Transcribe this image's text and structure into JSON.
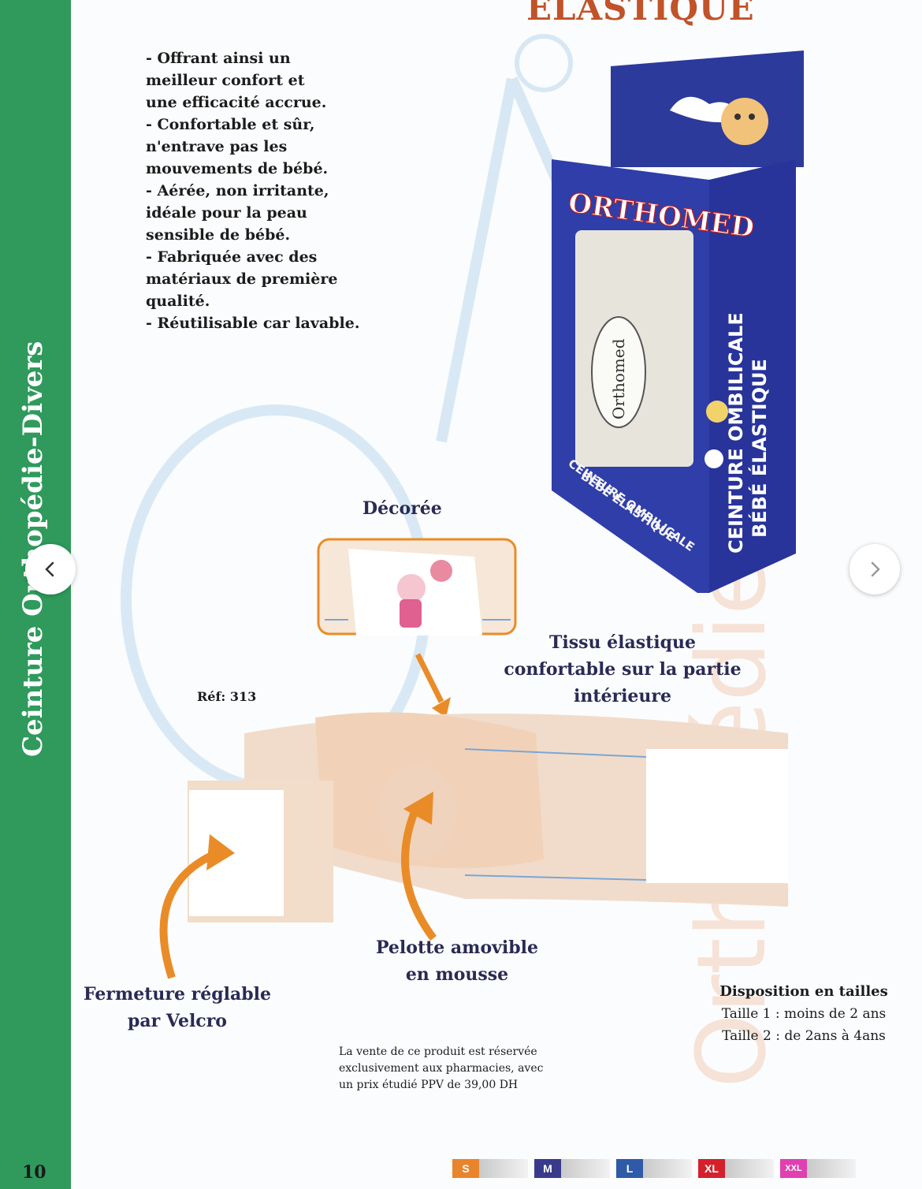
{
  "header": {
    "title": "ÉLASTIQUE"
  },
  "sidebar": {
    "title": "Ceinture Orthopédie-Divers",
    "page_number": "10"
  },
  "features": [
    "- Offrant ainsi un",
    "meilleur confort et",
    "une efficacité accrue.",
    "- Confortable et sûr,",
    "n'entrave pas les",
    "mouvements de bébé.",
    "- Aérée, non irritante,",
    "idéale pour la peau",
    "sensible de bébé.",
    "- Fabriquée avec des",
    "matériaux de première",
    "qualité.",
    "- Réutilisable car lavable."
  ],
  "box": {
    "brand": "ORTHOMED",
    "side_line1": "CEINTURE OMBILICALE",
    "side_line2": "BÉBÉ ÉLASTIQUE",
    "front_line1": "CEINTURE OMBILICALE",
    "front_line2": "BÉBÉ ÉLASTIQUE",
    "logo": "Orthomed"
  },
  "labels": {
    "decoree": "Décorée",
    "tissu_line1": "Tissu élastique",
    "tissu_line2": "confortable sur la partie",
    "tissu_line3": "intérieure",
    "ref": "Réf: 313",
    "pelotte_line1": "Pelotte amovible",
    "pelotte_line2": "en mousse",
    "fermeture_line1": "Fermeture réglable",
    "fermeture_line2": "par Velcro"
  },
  "disposition": {
    "heading": "Disposition en tailles",
    "size1": "Taille 1 : moins de 2 ans",
    "size2": "Taille 2 : de 2ans à 4ans"
  },
  "sale_note": [
    "La vente de ce produit est réservée",
    "exclusivement aux pharmacies, avec",
    "un prix étudié PPV de 39,00 DH"
  ],
  "size_tags": [
    {
      "label": "S",
      "color": "#e8842c"
    },
    {
      "label": "M",
      "color": "#3a3a8c"
    },
    {
      "label": "L",
      "color": "#2e5aa8"
    },
    {
      "label": "XL",
      "color": "#d4202a"
    },
    {
      "label": "XXL",
      "color": "#e040b0"
    }
  ],
  "colors": {
    "sidebar": "#2f9a5c",
    "title": "#c0532a",
    "arrow": "#f0921c",
    "box_blue": "#2c3a9c"
  }
}
